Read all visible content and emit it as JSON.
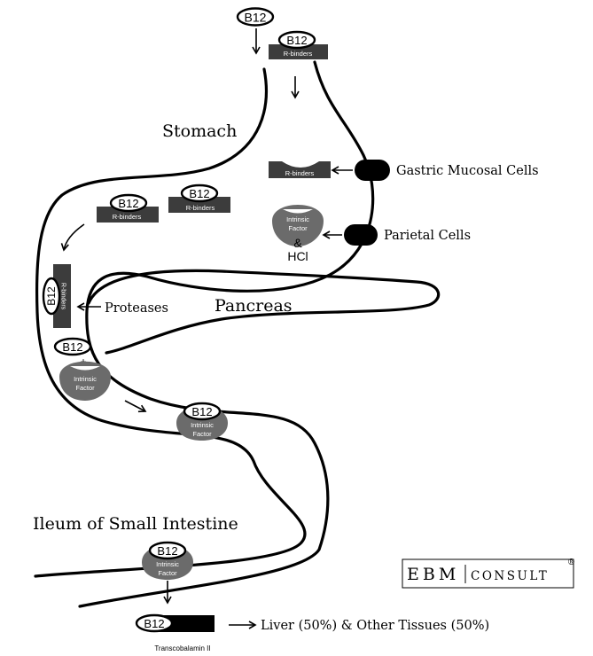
{
  "labels": {
    "stomach": "Stomach",
    "gastric_mucosal_cells": "Gastric Mucosal Cells",
    "parietal_cells": "Parietal Cells",
    "pancreas": "Pancreas",
    "proteases": "Proteases",
    "ileum": "Ileum of Small Intestine",
    "destination": "Liver (50%) & Other Tissues (50%)"
  },
  "molecules": {
    "b12": "B12",
    "r_binders": "R-binders",
    "intrinsic_line1": "Intrinsic",
    "intrinsic_line2": "Factor",
    "ampersand": "&",
    "hcl": "HCl",
    "plus": "+",
    "transcobalamin": "Transcobalamin II"
  },
  "logo": {
    "left": "EBM",
    "right": "CONSULT",
    "mark": "®"
  },
  "colors": {
    "r_binder_box": "#3c3c3c",
    "intrinsic_factor": "#6b6b6b",
    "cell_marker": "#000000",
    "outline": "#000000"
  }
}
